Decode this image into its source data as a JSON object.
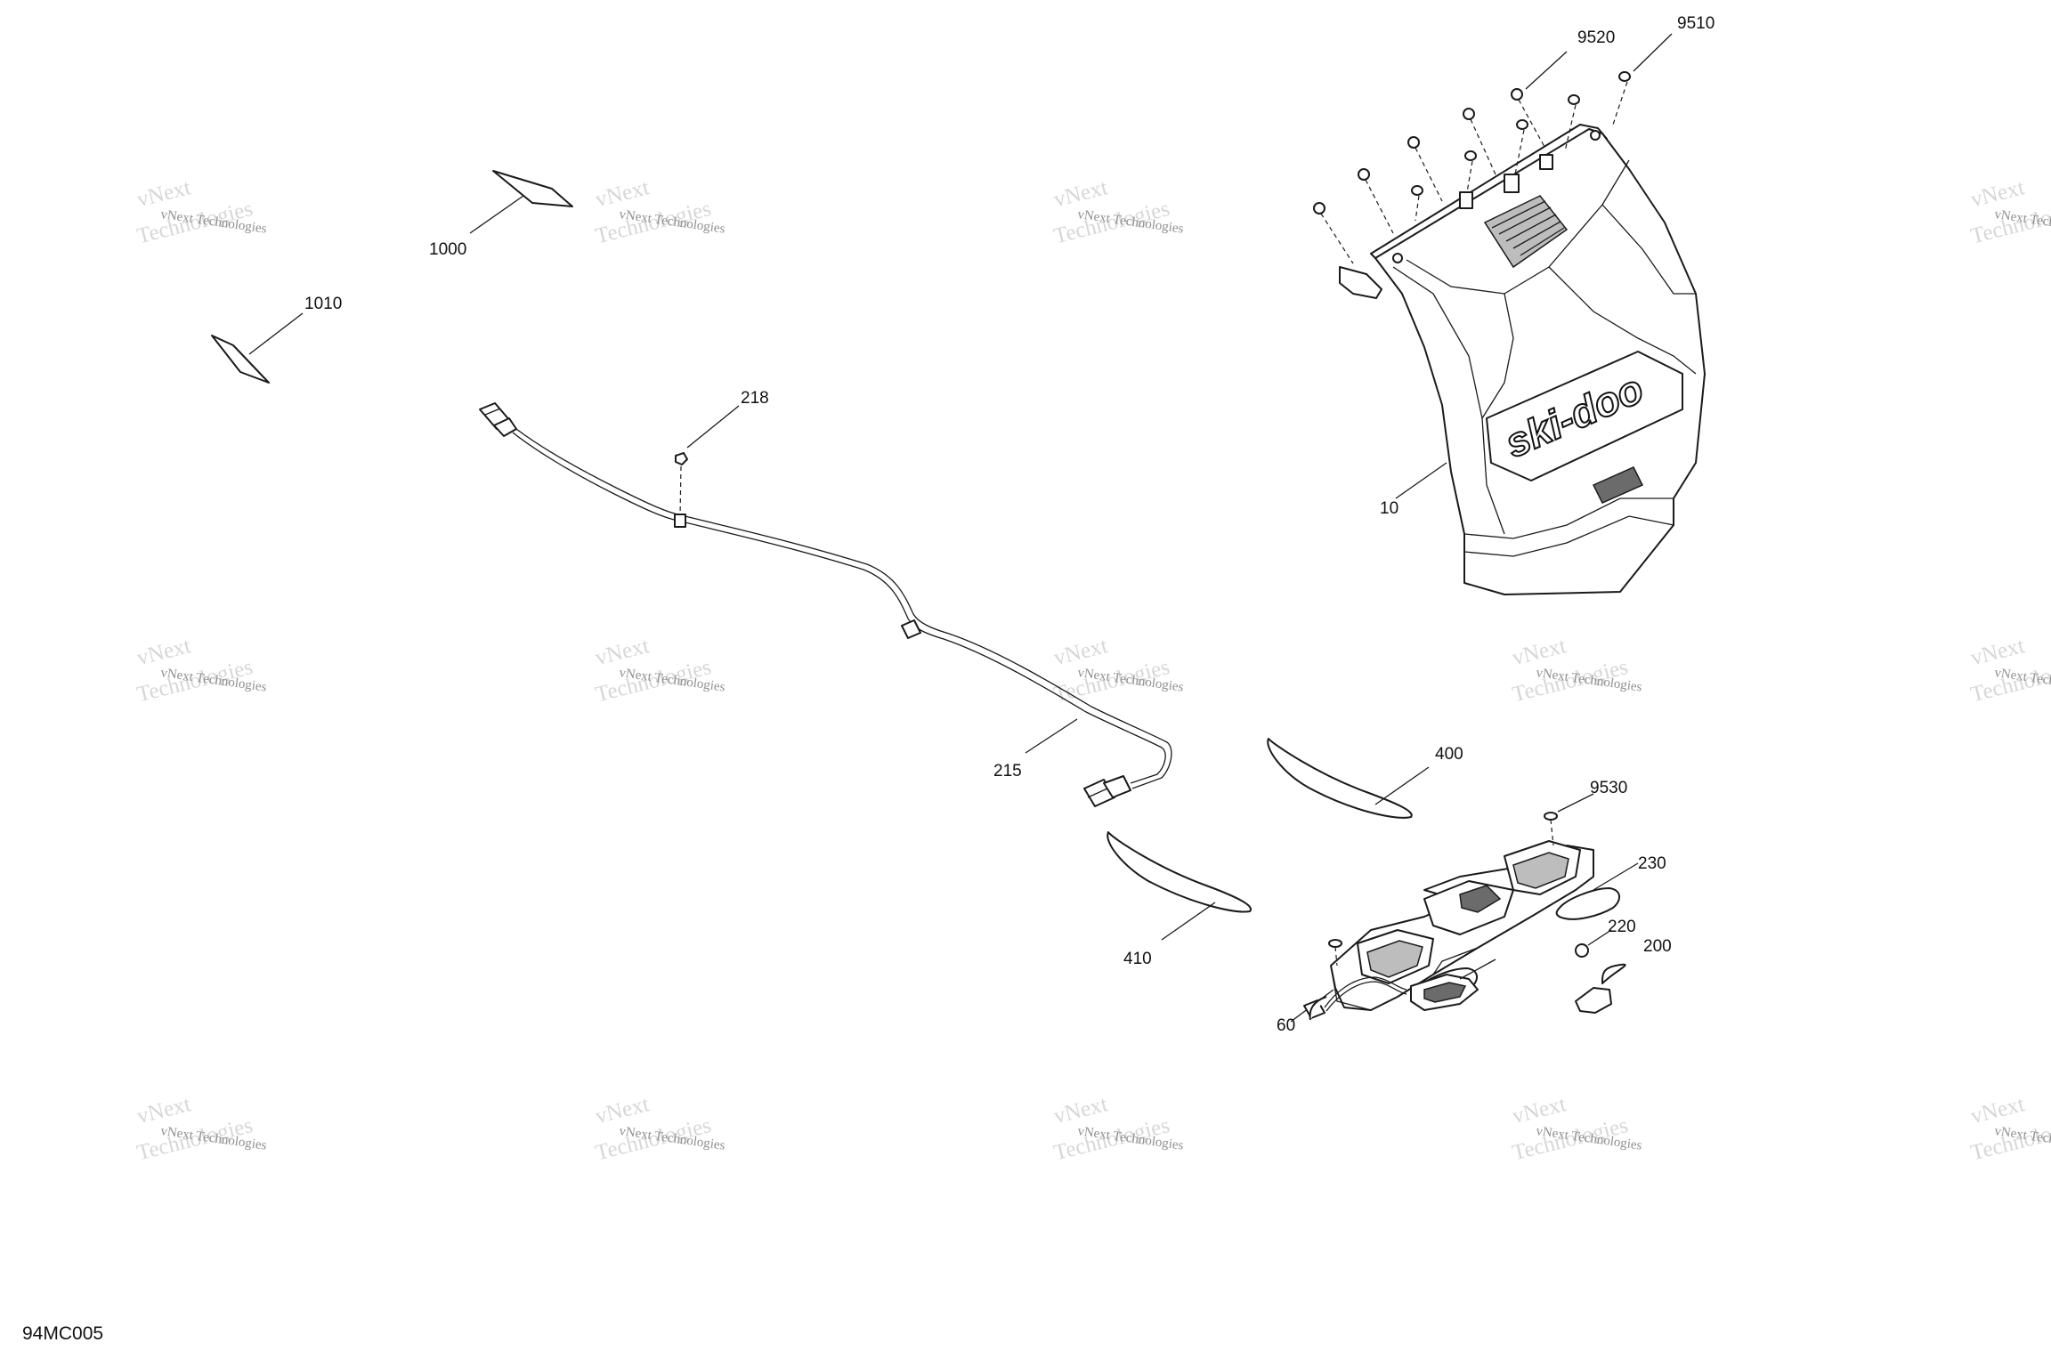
{
  "diagram": {
    "figure_id": "94MC005",
    "watermark": {
      "line1": "vNext Technologies",
      "line2": "vNext",
      "line3": "Technologies"
    },
    "brand_logo": "ski-doo",
    "callouts": {
      "c9520": "9520",
      "c9510": "9510",
      "c1000": "1000",
      "c1010": "1010",
      "c218": "218",
      "c10": "10",
      "c215": "215",
      "c400": "400",
      "c9530": "9530",
      "c230": "230",
      "c220": "220",
      "c200": "200",
      "c410": "410",
      "c60": "60"
    }
  }
}
